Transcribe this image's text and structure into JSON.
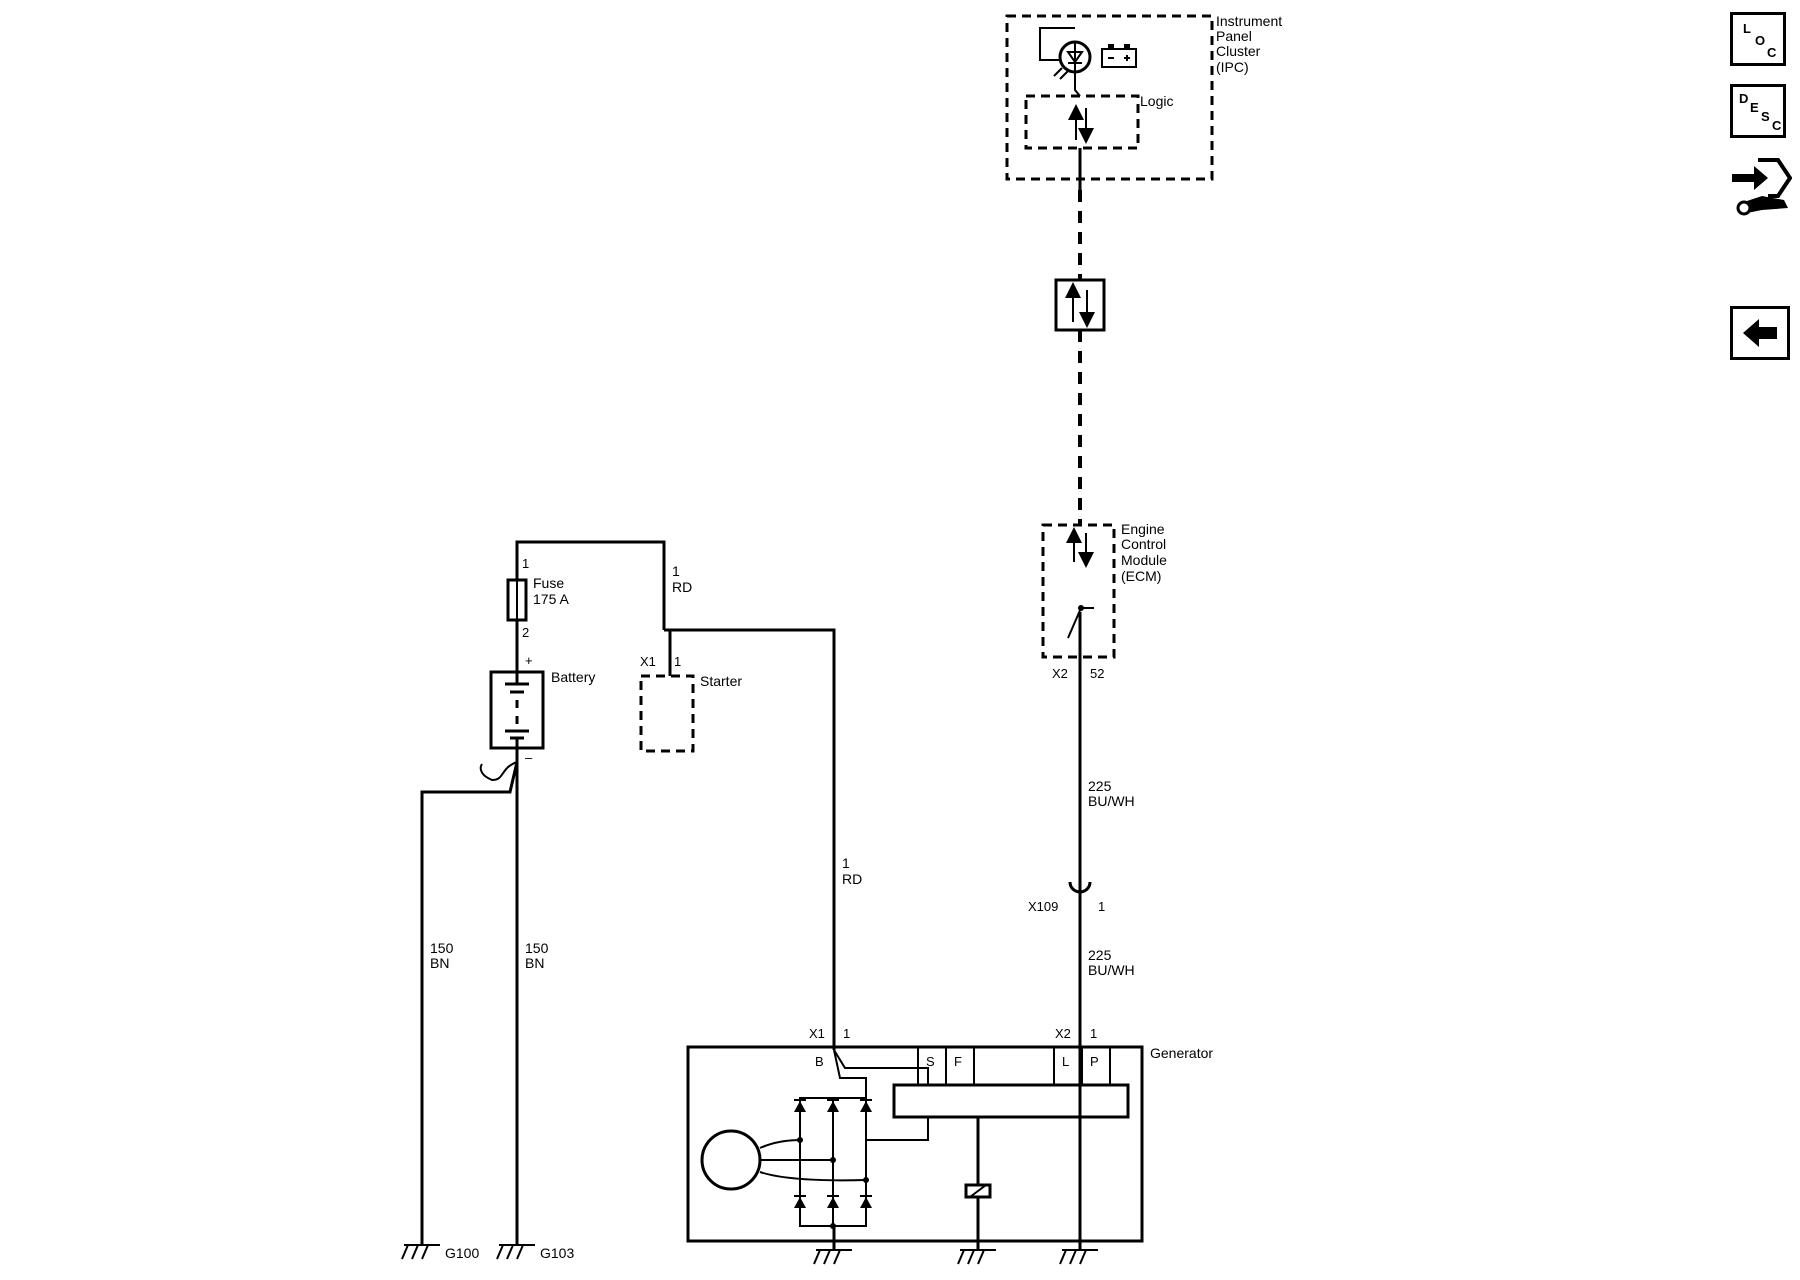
{
  "nav": {
    "loc": [
      "L",
      "O",
      "C"
    ],
    "desc": [
      "D",
      "E",
      "S",
      "C"
    ]
  },
  "ipc": {
    "name": [
      "Instrument",
      "Panel",
      "Cluster",
      "(IPC)"
    ],
    "logic": "Logic"
  },
  "ecm": {
    "name": [
      "Engine",
      "Control",
      "Module",
      "(ECM)"
    ],
    "conn": "X2",
    "pin": "52"
  },
  "fuse": {
    "name": "Fuse",
    "rating": "175 A",
    "pin_top": "1",
    "pin_bottom": "2"
  },
  "battery": {
    "name": "Battery",
    "plus": "+",
    "minus": "–"
  },
  "starter": {
    "name": "Starter",
    "conn": "X1",
    "pin": "1"
  },
  "wires": {
    "fuse_to_starter": {
      "circuit": "1",
      "color": "RD"
    },
    "starter_to_gen": {
      "circuit": "1",
      "color": "RD"
    },
    "ground_left": {
      "circuit": "150",
      "color": "BN"
    },
    "ground_right": {
      "circuit": "150",
      "color": "BN"
    },
    "ecm_to_x109": {
      "circuit": "225",
      "color": "BU/WH"
    },
    "x109_to_gen": {
      "circuit": "225",
      "color": "BU/WH"
    }
  },
  "x109": {
    "name": "X109",
    "pin": "1"
  },
  "generator": {
    "name": "Generator",
    "x1": "X1",
    "x1_pin": "1",
    "x2": "X2",
    "x2_pin": "1",
    "terminals": [
      "B",
      "S",
      "F",
      "L",
      "P"
    ]
  },
  "grounds": {
    "g100": "G100",
    "g103": "G103"
  }
}
